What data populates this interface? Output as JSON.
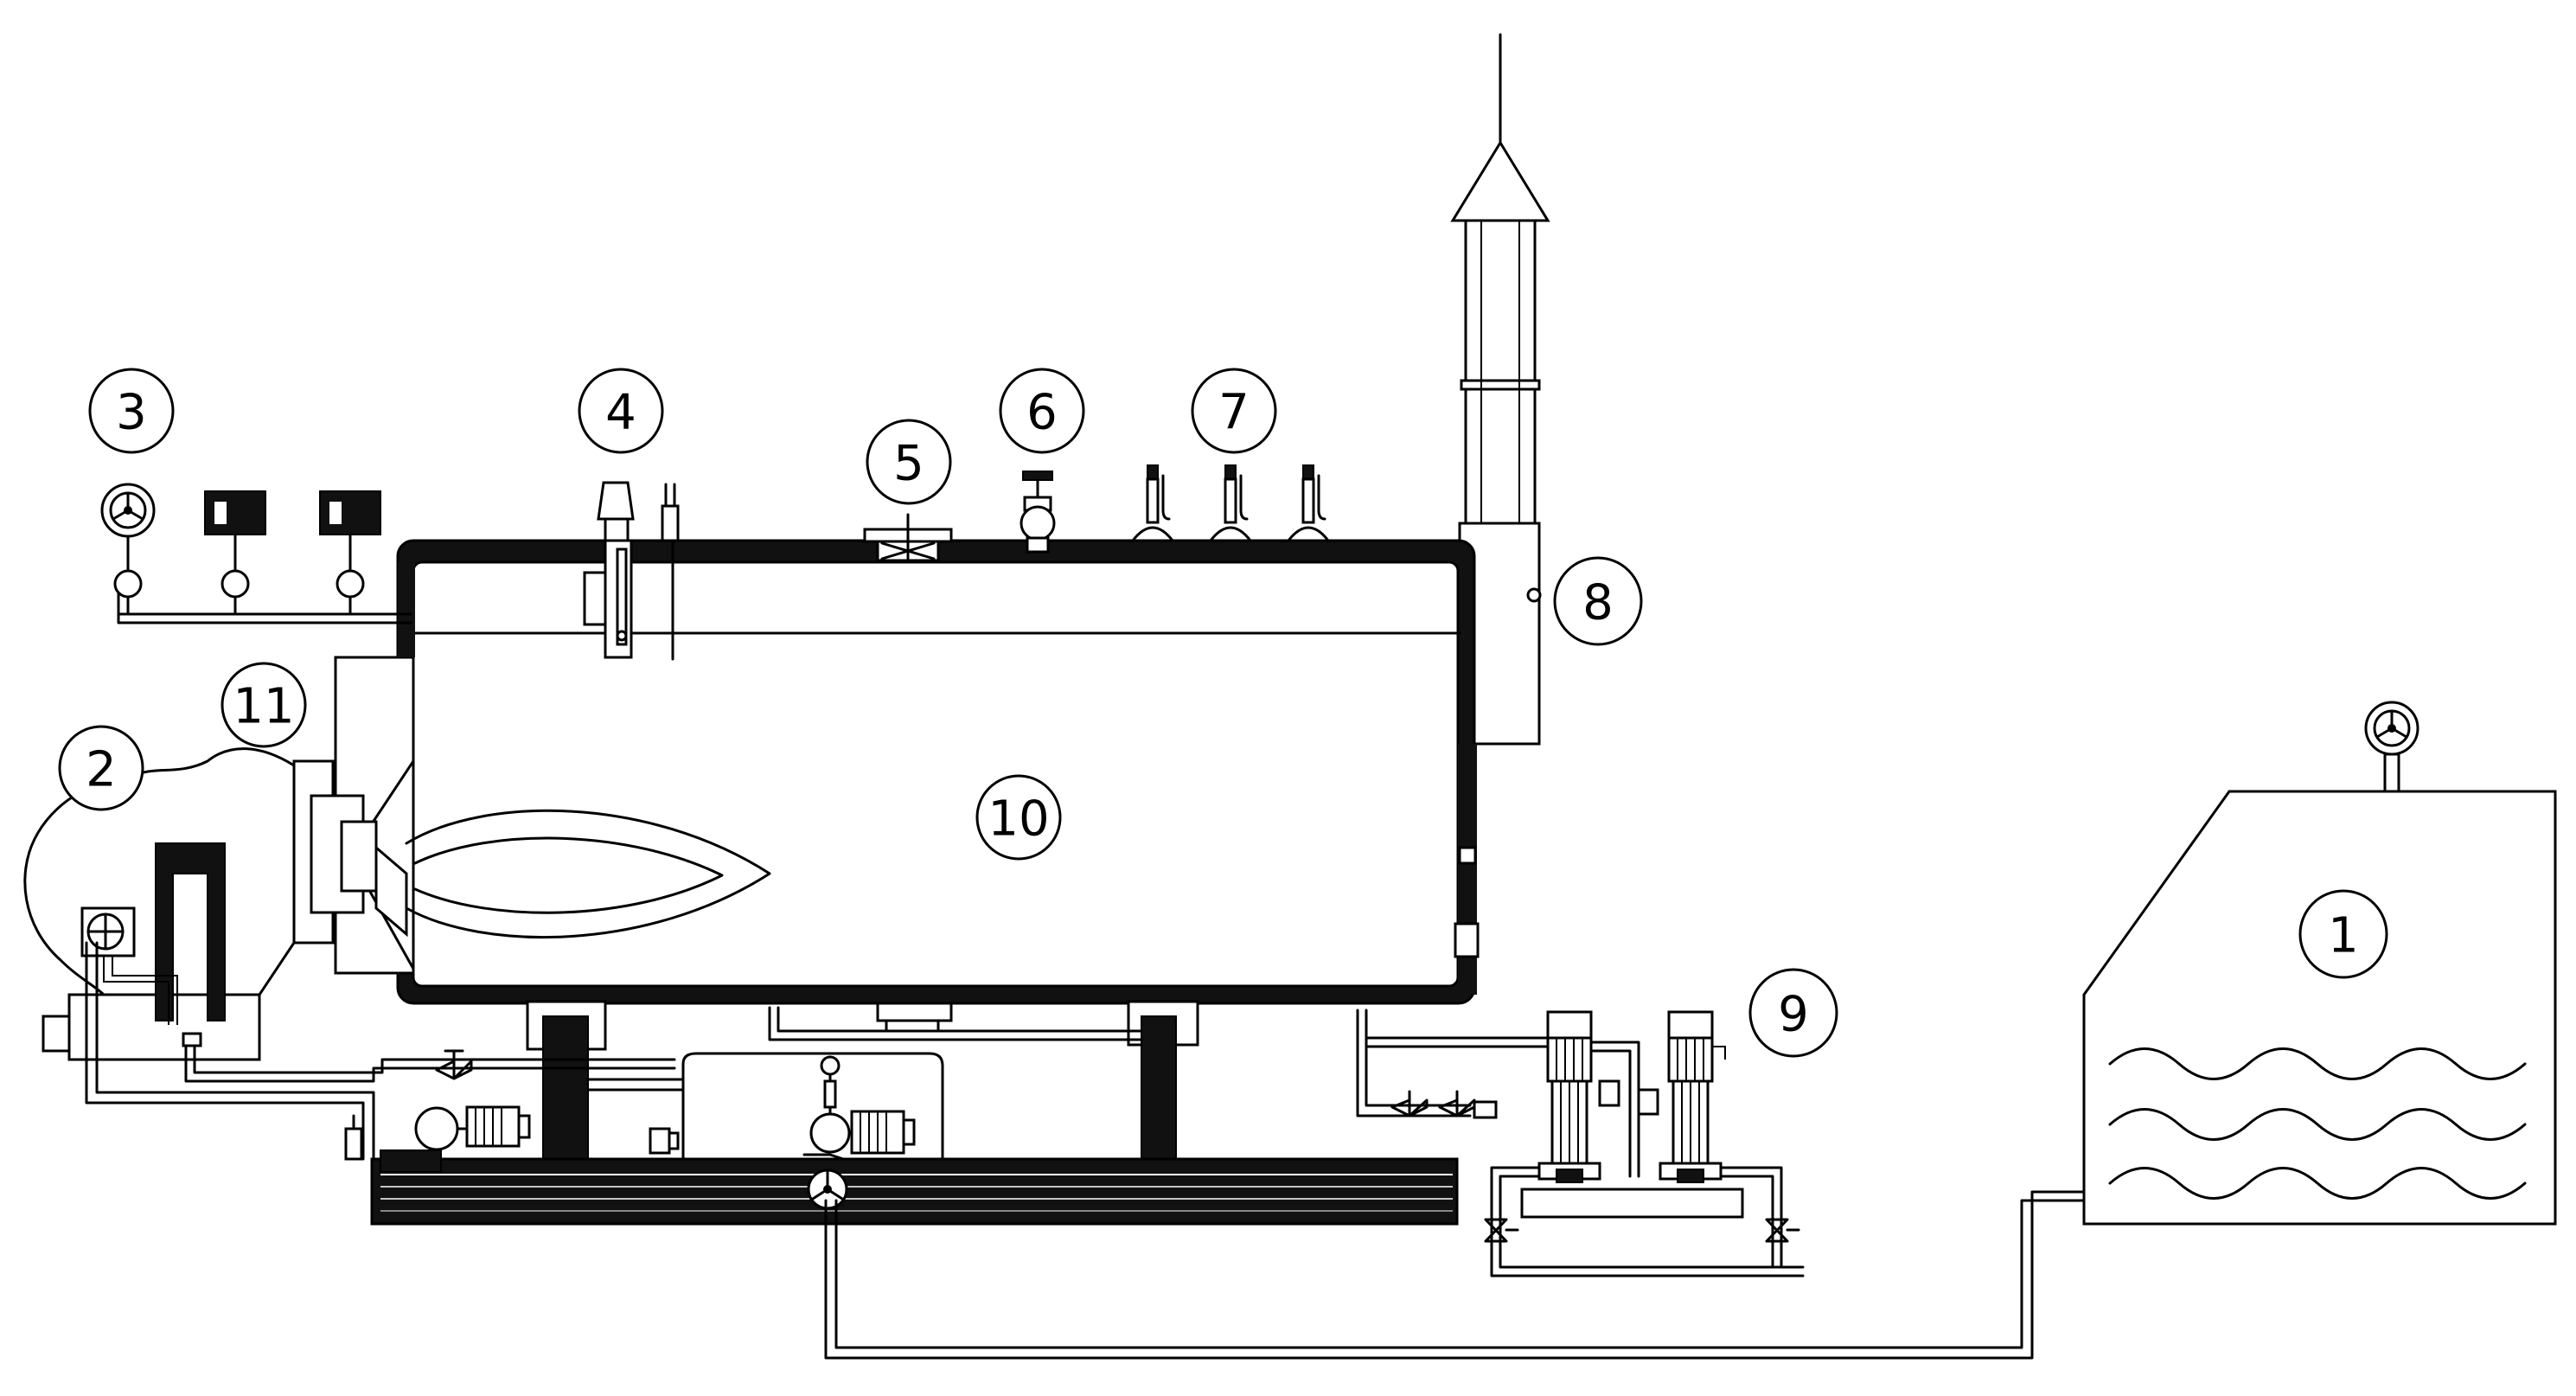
{
  "diagram": {
    "callouts": [
      {
        "id": "1",
        "label": "1"
      },
      {
        "id": "2",
        "label": "2"
      },
      {
        "id": "3",
        "label": "3"
      },
      {
        "id": "4",
        "label": "4"
      },
      {
        "id": "5",
        "label": "5"
      },
      {
        "id": "6",
        "label": "6"
      },
      {
        "id": "7",
        "label": "7"
      },
      {
        "id": "8",
        "label": "8"
      },
      {
        "id": "9",
        "label": "9"
      },
      {
        "id": "10",
        "label": "10"
      },
      {
        "id": "11",
        "label": "11"
      }
    ],
    "colors": {
      "line": "#000000",
      "fill_dark": "#111111",
      "background": "#ffffff"
    }
  }
}
